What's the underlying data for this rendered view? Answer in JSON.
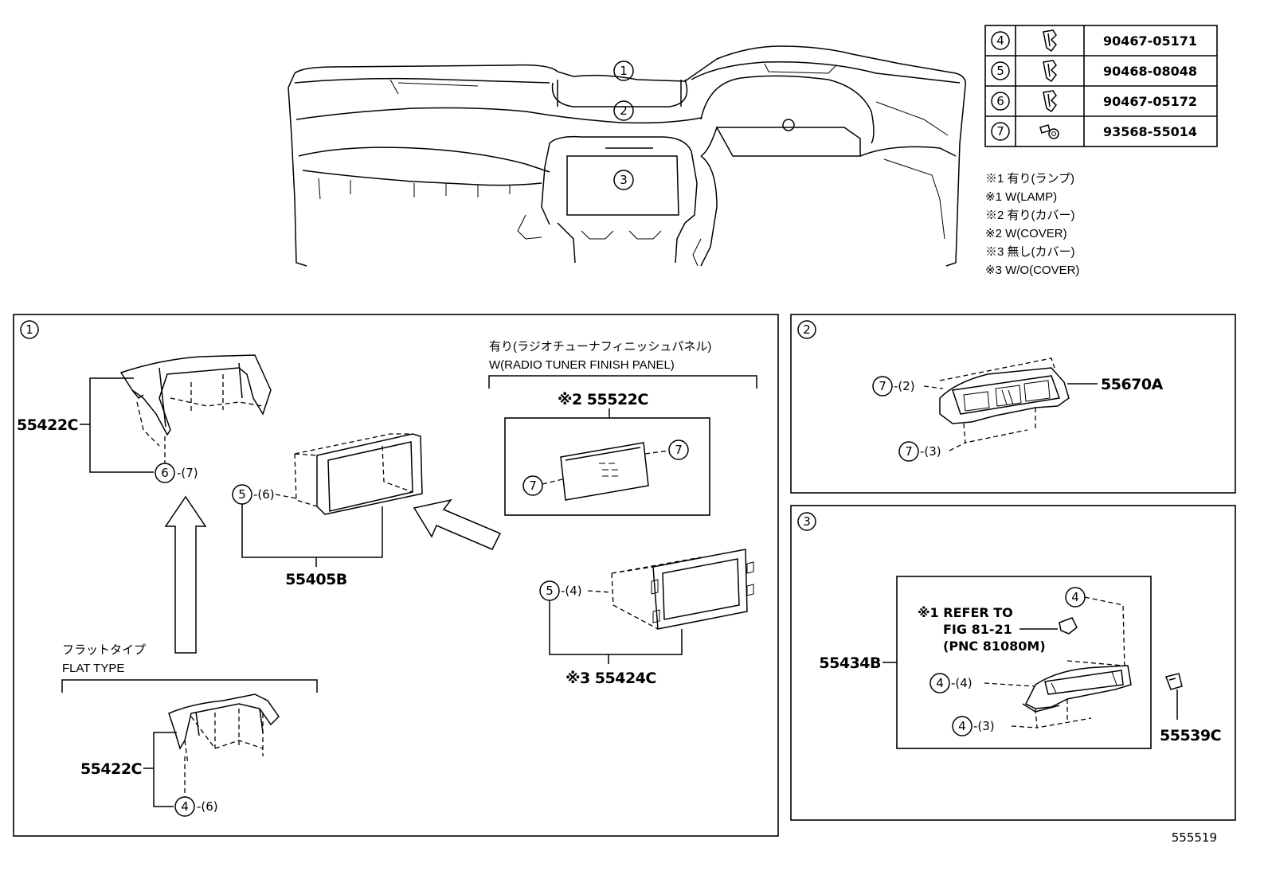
{
  "parts_table": [
    {
      "ref": "4",
      "icon": "clip-icon",
      "part": "90467-05171"
    },
    {
      "ref": "5",
      "icon": "clip-icon",
      "part": "90468-08048"
    },
    {
      "ref": "6",
      "icon": "clip-icon",
      "part": "90467-05172"
    },
    {
      "ref": "7",
      "icon": "screw-icon",
      "part": "93568-55014"
    }
  ],
  "notes": [
    "※1 有り(ランプ)",
    "※1 W(LAMP)",
    "※2 有り(カバー)",
    "※2 W(COVER)",
    "※3 無し(カバー)",
    "※3 W/O(COVER)"
  ],
  "overview_callouts": [
    "1",
    "2",
    "3"
  ],
  "panel1": {
    "id": "1",
    "part_55422c_top": "55422C",
    "callout_6": "6",
    "qty_6": "-(7)",
    "callout_5a": "5",
    "qty_5a": "-(6)",
    "part_55405b": "55405B",
    "radio_ja": "有り(ラジオチューナフィニッシュパネル)",
    "radio_en": "W(RADIO TUNER FINISH PANEL)",
    "part_55522c": "※2 55522C",
    "callout_7a": "7",
    "callout_7b": "7",
    "callout_5b": "5",
    "qty_5b": "-(4)",
    "part_55424c": "※3 55424C",
    "flat_ja": "フラットタイプ",
    "flat_en": "FLAT TYPE",
    "part_55422c_bottom": "55422C",
    "callout_4": "4",
    "qty_4": "-(6)"
  },
  "panel2": {
    "id": "2",
    "callout_7a": "7",
    "qty_7a": "-(2)",
    "callout_7b": "7",
    "qty_7b": "-(3)",
    "part": "55670A"
  },
  "panel3": {
    "id": "3",
    "part_55434b": "55434B",
    "callout_4a": "4",
    "callout_4b": "4",
    "qty_4b": "-(4)",
    "callout_4c": "4",
    "qty_4c": "-(3)",
    "refer_1": "※1 REFER TO",
    "refer_2": "FIG 81-21",
    "refer_3": "(PNC 81080M)",
    "part_55539c": "55539C"
  },
  "illustration_id": "555519"
}
